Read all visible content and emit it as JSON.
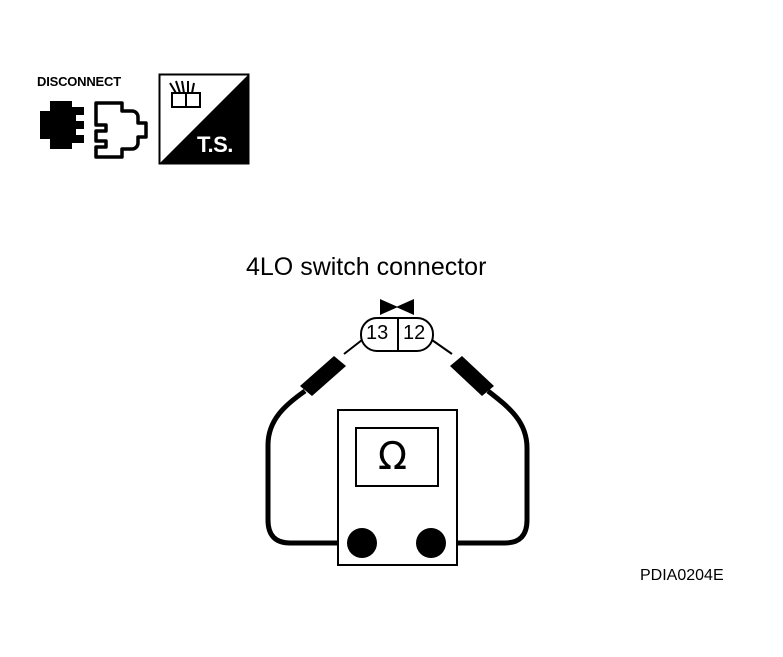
{
  "icons": {
    "disconnect_label": "DISCONNECT",
    "ts_label": "T.S."
  },
  "diagram": {
    "title": "4LO switch connector",
    "pin_left": "13",
    "pin_right": "12",
    "meter_symbol": "Ω"
  },
  "figure_code": "PDIA0204E"
}
